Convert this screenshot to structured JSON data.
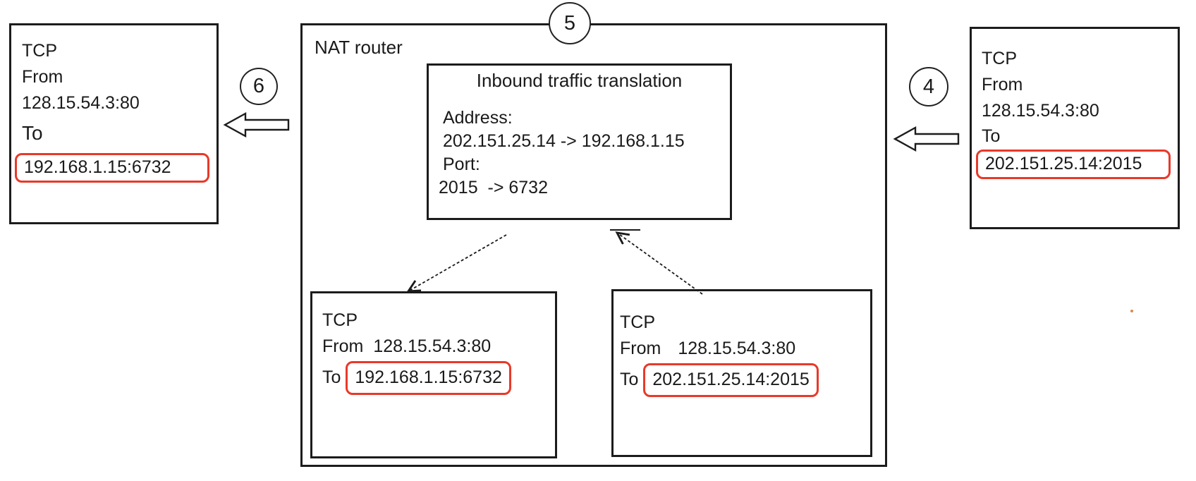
{
  "colors": {
    "highlight_red": "#e8392a",
    "ink": "#1a1a1a",
    "background": "#ffffff",
    "artifact_dot": "#d98a54"
  },
  "step_markers": {
    "step4": "4",
    "step5": "5",
    "step6": "6"
  },
  "left_packet": {
    "protocol": "TCP",
    "from_label": "From",
    "from_value": "128.15.54.3:80",
    "to_label": "To",
    "to_value": "192.168.1.15:6732"
  },
  "right_packet": {
    "protocol": "TCP",
    "from_label": "From",
    "from_value": "128.15.54.3:80",
    "to_label": "To",
    "to_value": "202.151.25.14:2015"
  },
  "nat_router": {
    "label": "NAT router",
    "translation_table": {
      "title": "Inbound traffic translation",
      "address_label": "Address:",
      "address_mapping": "202.151.25.14 -> 192.168.1.15",
      "port_label": "Port:",
      "port_mapping": "2015  -> 6732"
    },
    "lan_packet": {
      "protocol": "TCP",
      "from_label": "From",
      "from_value": "128.15.54.3:80",
      "to_label": "To",
      "to_value": "192.168.1.15:6732"
    },
    "wan_packet": {
      "protocol": "TCP",
      "from_label": "From",
      "from_value": "128.15.54.3:80",
      "to_label": "To",
      "to_value": "202.151.25.14:2015"
    }
  }
}
